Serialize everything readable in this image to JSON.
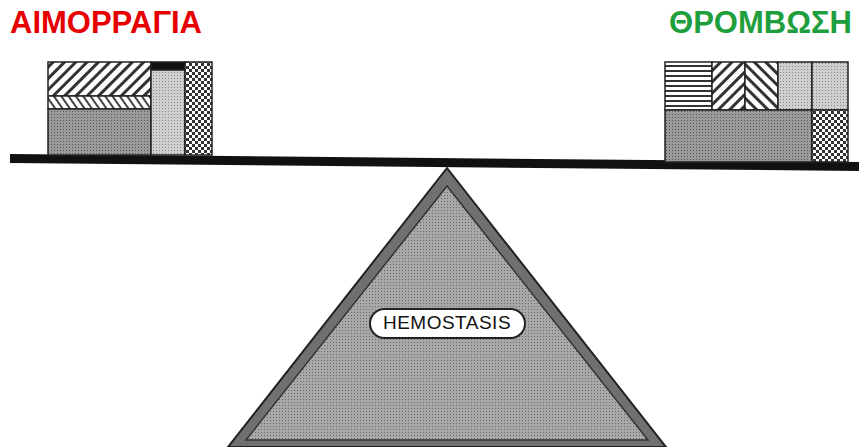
{
  "diagram": {
    "nodes": [
      {
        "text": [
          "HEMOSTASIS"
        ]
      }
    ],
    "labels": [
      "ΑΙΜΟΡΡΑΓΙΑ",
      "ΘΡΟΜΒΩΣΗ"
    ]
  }
}
